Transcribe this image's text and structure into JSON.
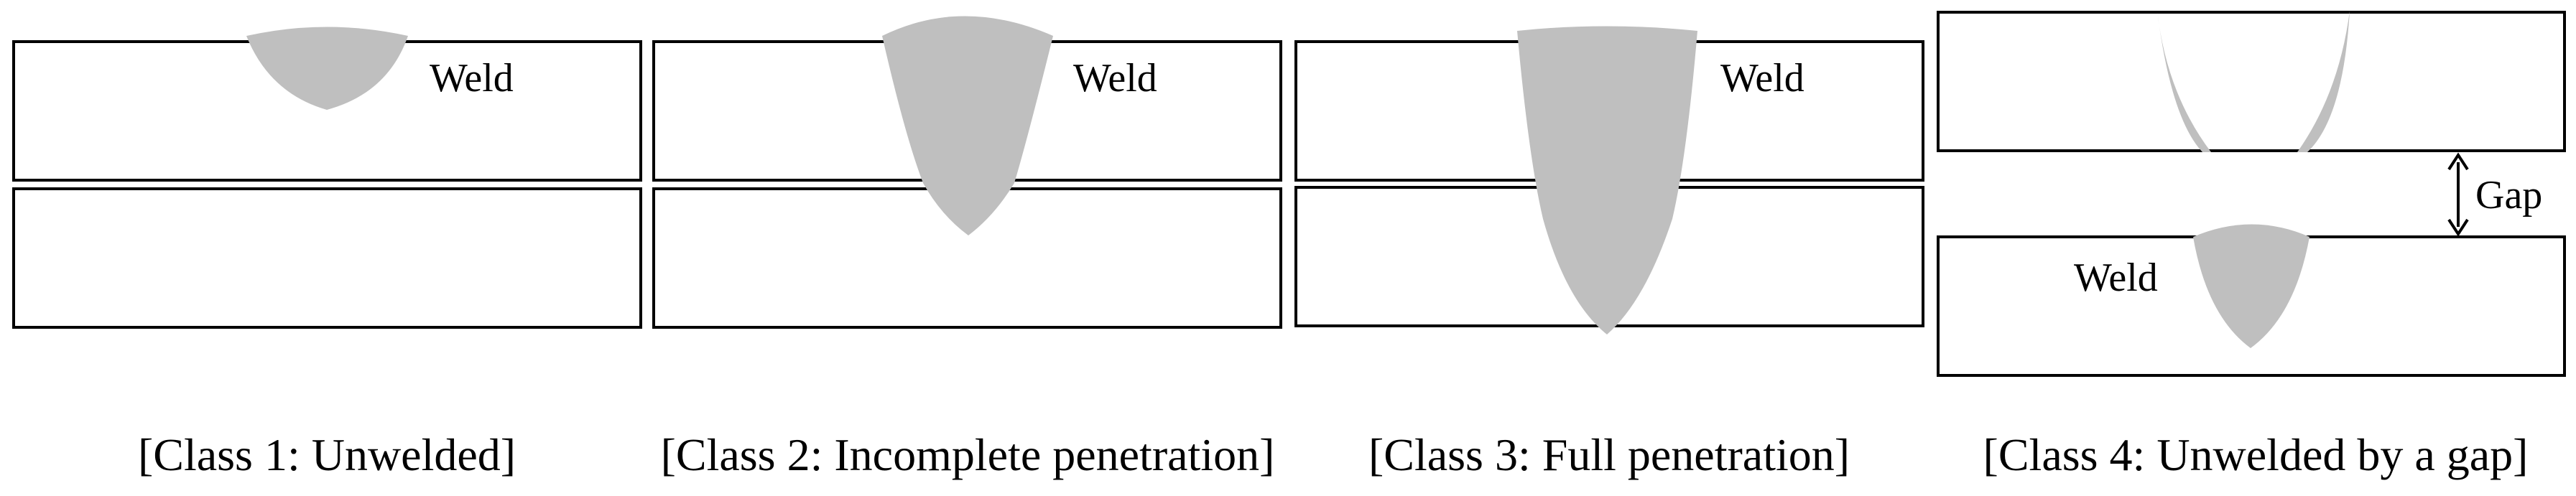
{
  "colors": {
    "weld_fill": "#bfbfbf",
    "plate_stroke": "#000000",
    "background": "#ffffff"
  },
  "panels": [
    {
      "weld_label": "Weld",
      "caption": "[Class 1: Unwelded]"
    },
    {
      "weld_label": "Weld",
      "caption": "[Class 2: Incomplete penetration]"
    },
    {
      "weld_label": "Weld",
      "caption": "[Class 3: Full penetration]"
    },
    {
      "weld_label": "Weld",
      "gap_label": "Gap",
      "caption": "[Class 4: Unwelded by a gap]"
    }
  ]
}
